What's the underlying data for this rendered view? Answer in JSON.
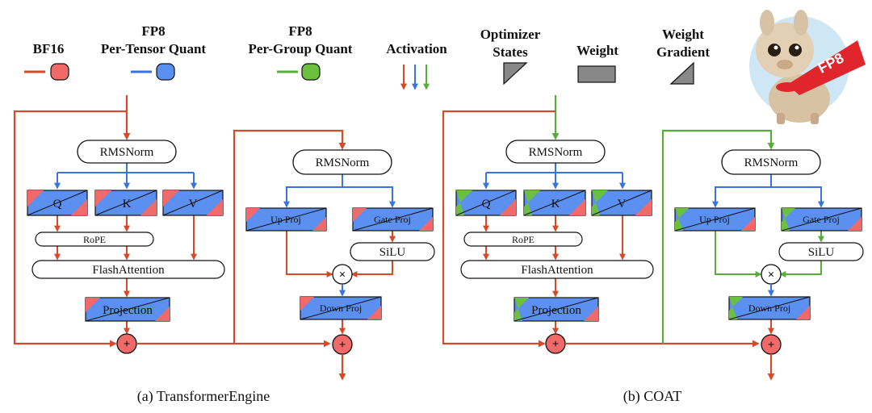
{
  "legend": {
    "bf16": {
      "label": "BF16",
      "color": "#d64a2a",
      "fill": "#f06a6a"
    },
    "per_tensor": {
      "label_line1": "FP8",
      "label_line2": "Per-Tensor Quant",
      "color": "#3a73e0",
      "fill": "#5b8ff0"
    },
    "per_group": {
      "label_line1": "FP8",
      "label_line2": "Per-Group Quant",
      "color": "#5aac3a",
      "fill": "#6cc040"
    },
    "activation": {
      "label": "Activation"
    },
    "optimizer": {
      "label_line1": "Optimizer",
      "label_line2": "States"
    },
    "weight": {
      "label": "Weight"
    },
    "weight_gradient": {
      "label_line1": "Weight",
      "label_line2": "Gradient"
    },
    "mascot": {
      "badge": "FP8"
    }
  },
  "diagram_a": {
    "caption": "(a) TransformerEngine",
    "rmsnorm1": "RMSNorm",
    "q": "Q",
    "k": "K",
    "v": "V",
    "rope": "RoPE",
    "flash": "FlashAttention",
    "projection": "Projection",
    "rmsnorm2": "RMSNorm",
    "up_proj": "Up Proj",
    "gate_proj": "Gate Proj",
    "silu": "SiLU",
    "down_proj": "Down Proj"
  },
  "diagram_b": {
    "caption": "(b) COAT",
    "rmsnorm1": "RMSNorm",
    "q": "Q",
    "k": "K",
    "v": "V",
    "rope": "RoPE",
    "flash": "FlashAttention",
    "projection": "Projection",
    "rmsnorm2": "RMSNorm",
    "up_proj": "Up Proj",
    "gate_proj": "Gate Proj",
    "silu": "SiLU",
    "down_proj": "Down Proj"
  },
  "ops": {
    "add": "+",
    "multiply": "×"
  }
}
